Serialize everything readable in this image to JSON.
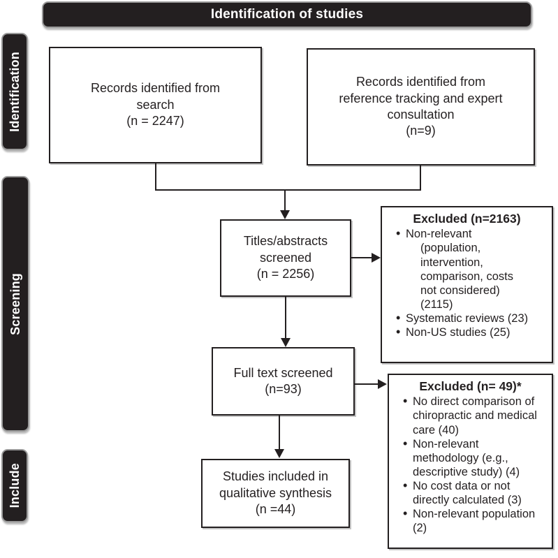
{
  "header": {
    "title": "Identification of studies"
  },
  "sidebar": {
    "items": [
      {
        "label": "Identification"
      },
      {
        "label": "Screening"
      },
      {
        "label": "Include"
      }
    ]
  },
  "boxes": {
    "records_search": {
      "text": "Records identified from\nsearch\n(n = 2247)"
    },
    "records_reference": {
      "text": "Records identified from\nreference tracking and expert\nconsultation\n(n=9)"
    },
    "titles_abstracts": {
      "text": "Titles/abstracts\nscreened\n(n = 2256)"
    },
    "full_text": {
      "text": "Full text screened\n(n=93)"
    },
    "included": {
      "text": "Studies included in\nqualitative synthesis\n(n =44)"
    },
    "excluded_1": {
      "title": "Excluded (n=2163)",
      "bullets": [
        {
          "text": "Non-relevant",
          "sub": "(population,\nintervention,\ncomparison, costs\nnot considered)\n(2115)"
        },
        {
          "text": "Systematic reviews (23)",
          "sub": ""
        },
        {
          "text": "Non-US studies (25)",
          "sub": ""
        }
      ]
    },
    "excluded_2": {
      "title": "Excluded (n= 49)*",
      "bullets": [
        {
          "text": "No direct comparison of chiropractic and medical care (40)",
          "sub": ""
        },
        {
          "text": "Non-relevant methodology (e.g., descriptive study) (4)",
          "sub": ""
        },
        {
          "text": "No cost data or not directly calculated (3)",
          "sub": ""
        },
        {
          "text": "Non-relevant population (2)",
          "sub": ""
        }
      ]
    }
  },
  "colors": {
    "bar_background": "#231f20",
    "bar_text": "#ffffff",
    "box_border": "#231f20",
    "box_background": "#ffffff",
    "text": "#231f20"
  }
}
